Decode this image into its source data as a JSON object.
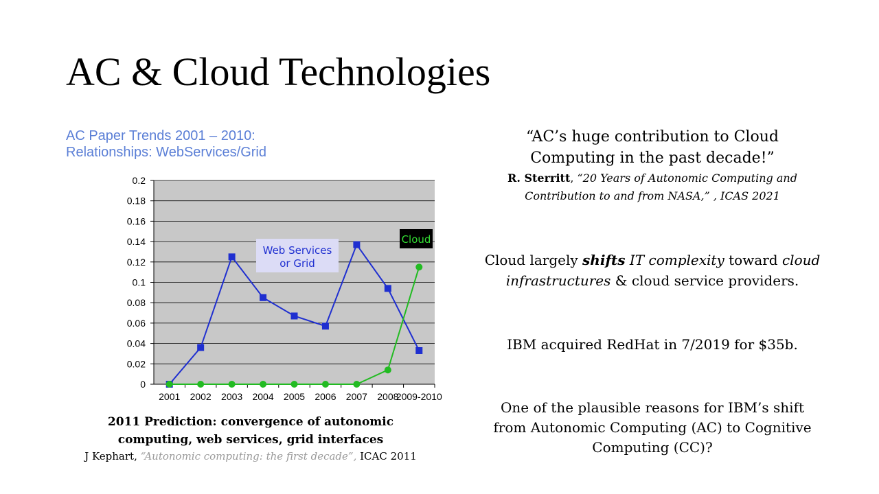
{
  "slide": {
    "title": "AC & Cloud Technologies"
  },
  "chart_heading": {
    "line1": "AC Paper Trends 2001 – 2010:",
    "line2": "Relationships: WebServices/Grid"
  },
  "chart_data": {
    "type": "line",
    "categories": [
      "2001",
      "2002",
      "2003",
      "2004",
      "2005",
      "2006",
      "2007",
      "2008",
      "2009-2010"
    ],
    "series": [
      {
        "name": "Web Services or Grid",
        "color": "#1f2fd0",
        "marker": "square",
        "values": [
          0,
          0.036,
          0.125,
          0.085,
          0.067,
          0.057,
          0.137,
          0.094,
          0.033
        ]
      },
      {
        "name": "Cloud",
        "color": "#22bb22",
        "marker": "circle",
        "values": [
          0,
          0,
          0,
          0,
          0,
          0,
          0,
          0.014,
          0.115
        ]
      }
    ],
    "ylim": [
      0,
      0.2
    ],
    "yticks": [
      "0",
      "0.02",
      "0.04",
      "0.06",
      "0.08",
      "0.1",
      "0.12",
      "0.14",
      "0.16",
      "0.18",
      "0.2"
    ],
    "grid": true,
    "plot_background": "#c8c8c8",
    "annotations": {
      "web_grid_label_line1": "Web Services",
      "web_grid_label_line2": "or Grid",
      "cloud_label": "Cloud"
    }
  },
  "caption": {
    "line1": "2011 Prediction: convergence of autonomic",
    "line2": "computing, web services, grid interfaces",
    "cite_author": "J Kephart, ",
    "cite_title": "“Autonomic computing: the first decade”,",
    "cite_venue": " ICAC 2011"
  },
  "quote": {
    "line1": "“AC’s huge contribution to Cloud",
    "line2": "Computing in the past decade!”",
    "author": "R. Sterritt",
    "sep": ", ",
    "source_line1": "“20 Years of Autonomic Computing and",
    "source_line2": "Contribution to and from NASA,”",
    "venue": " , ICAS 2021"
  },
  "shift": {
    "a": "Cloud largely ",
    "b": "shifts",
    "c": " ",
    "d": "IT complexity",
    "e": " toward ",
    "f": "cloud",
    "g": "infrastructures",
    "h": " & cloud service providers."
  },
  "ibm": {
    "text": "IBM acquired RedHat in 7/2019 for $35b."
  },
  "reasons": {
    "line1": "One of the plausible reasons for IBM’s shift",
    "line2": "from Autonomic Computing (AC) to Cognitive",
    "line3": "Computing (CC)?"
  }
}
